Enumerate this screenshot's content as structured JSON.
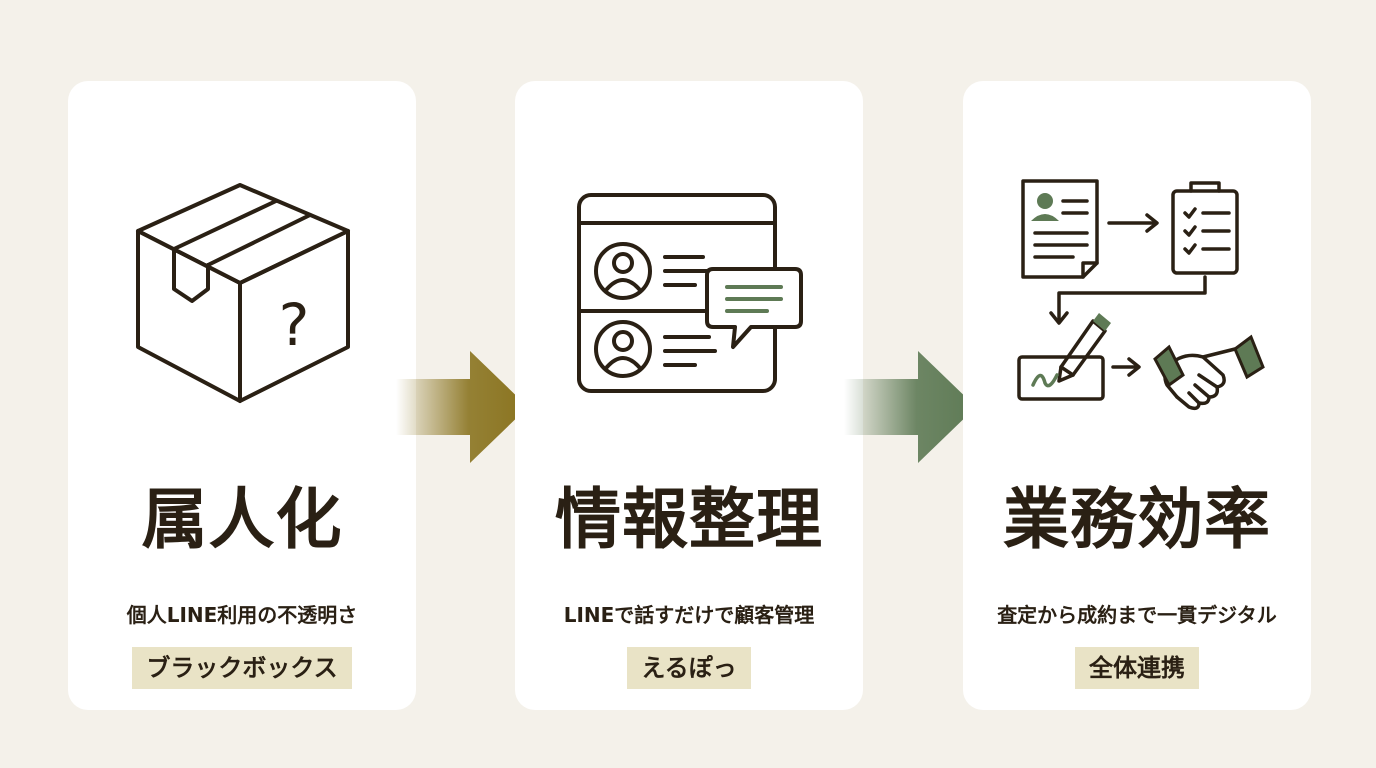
{
  "colors": {
    "background": "#f4f1ea",
    "card": "#ffffff",
    "ink": "#2a2014",
    "badge": "#e9e3c6",
    "accent_gold": "#8a7420",
    "accent_green": "#5e7a55"
  },
  "cards": [
    {
      "title": "属人化",
      "description": "個人LINE利用の不透明さ",
      "badge": "ブラックボックス",
      "icon": "mystery-box-icon",
      "icon_glyph": "?"
    },
    {
      "title": "情報整理",
      "description": "LINEで話すだけで顧客管理",
      "badge": "えるぽっ",
      "icon": "customer-chat-window-icon"
    },
    {
      "title": "業務効率",
      "description": "査定から成約まで一貫デジタル",
      "badge": "全体連携",
      "icon": "workflow-icon"
    }
  ],
  "arrows": [
    {
      "icon": "arrow-right-icon",
      "color": "#8a7420"
    },
    {
      "icon": "arrow-right-icon",
      "color": "#5e7a55"
    }
  ]
}
